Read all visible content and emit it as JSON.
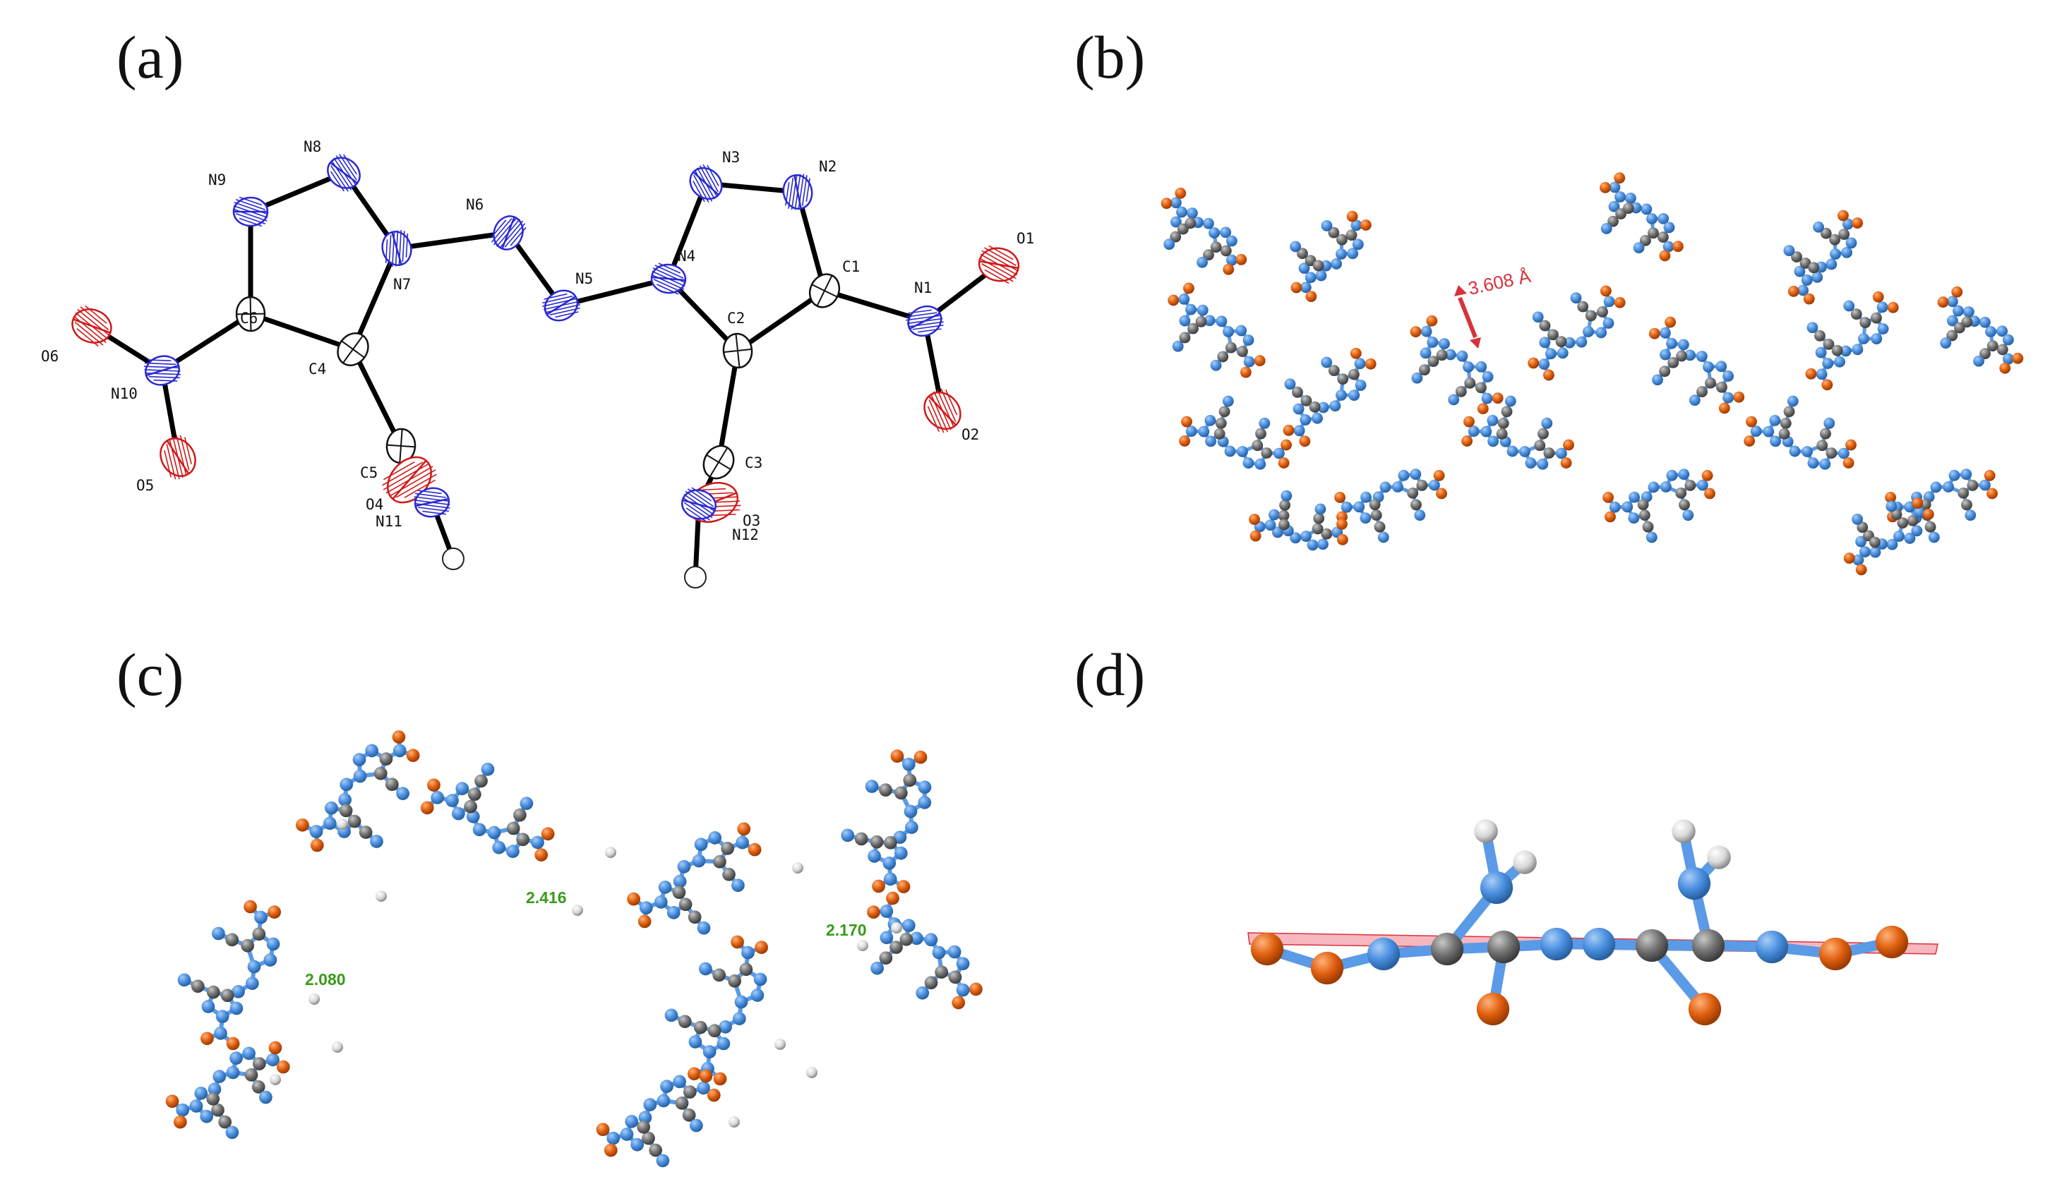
{
  "panels": {
    "a": "(a)",
    "b": "(b)",
    "c": "(c)",
    "d": "(d)"
  },
  "atom_labels": {
    "O1": "O1",
    "O2": "O2",
    "O3": "O3",
    "O4": "O4",
    "O5": "O5",
    "O6": "O6",
    "N1": "N1",
    "N2": "N2",
    "N3": "N3",
    "N4": "N4",
    "N5": "N5",
    "N6": "N6",
    "N7": "N7",
    "N8": "N8",
    "N9": "N9",
    "N10": "N10",
    "N11": "N11",
    "N12": "N12",
    "C1": "C1",
    "C2": "C2",
    "C3": "C3",
    "C4": "C4",
    "C5": "C5",
    "C6": "C6"
  },
  "distances": {
    "stacking": "3.608 Å",
    "hbond_1": "2.416",
    "hbond_2": "2.170",
    "hbond_3": "2.080"
  },
  "colors": {
    "nitrogen": "#4a8fe0",
    "oxygen": "#e0600f",
    "carbon": "#707070",
    "hydrogen": "#d8d8d8",
    "ortep_nitrogen": "#2a2ad0",
    "ortep_oxygen": "#d01818",
    "measure_red": "#d8323c",
    "label_green": "#3a9a1a"
  }
}
